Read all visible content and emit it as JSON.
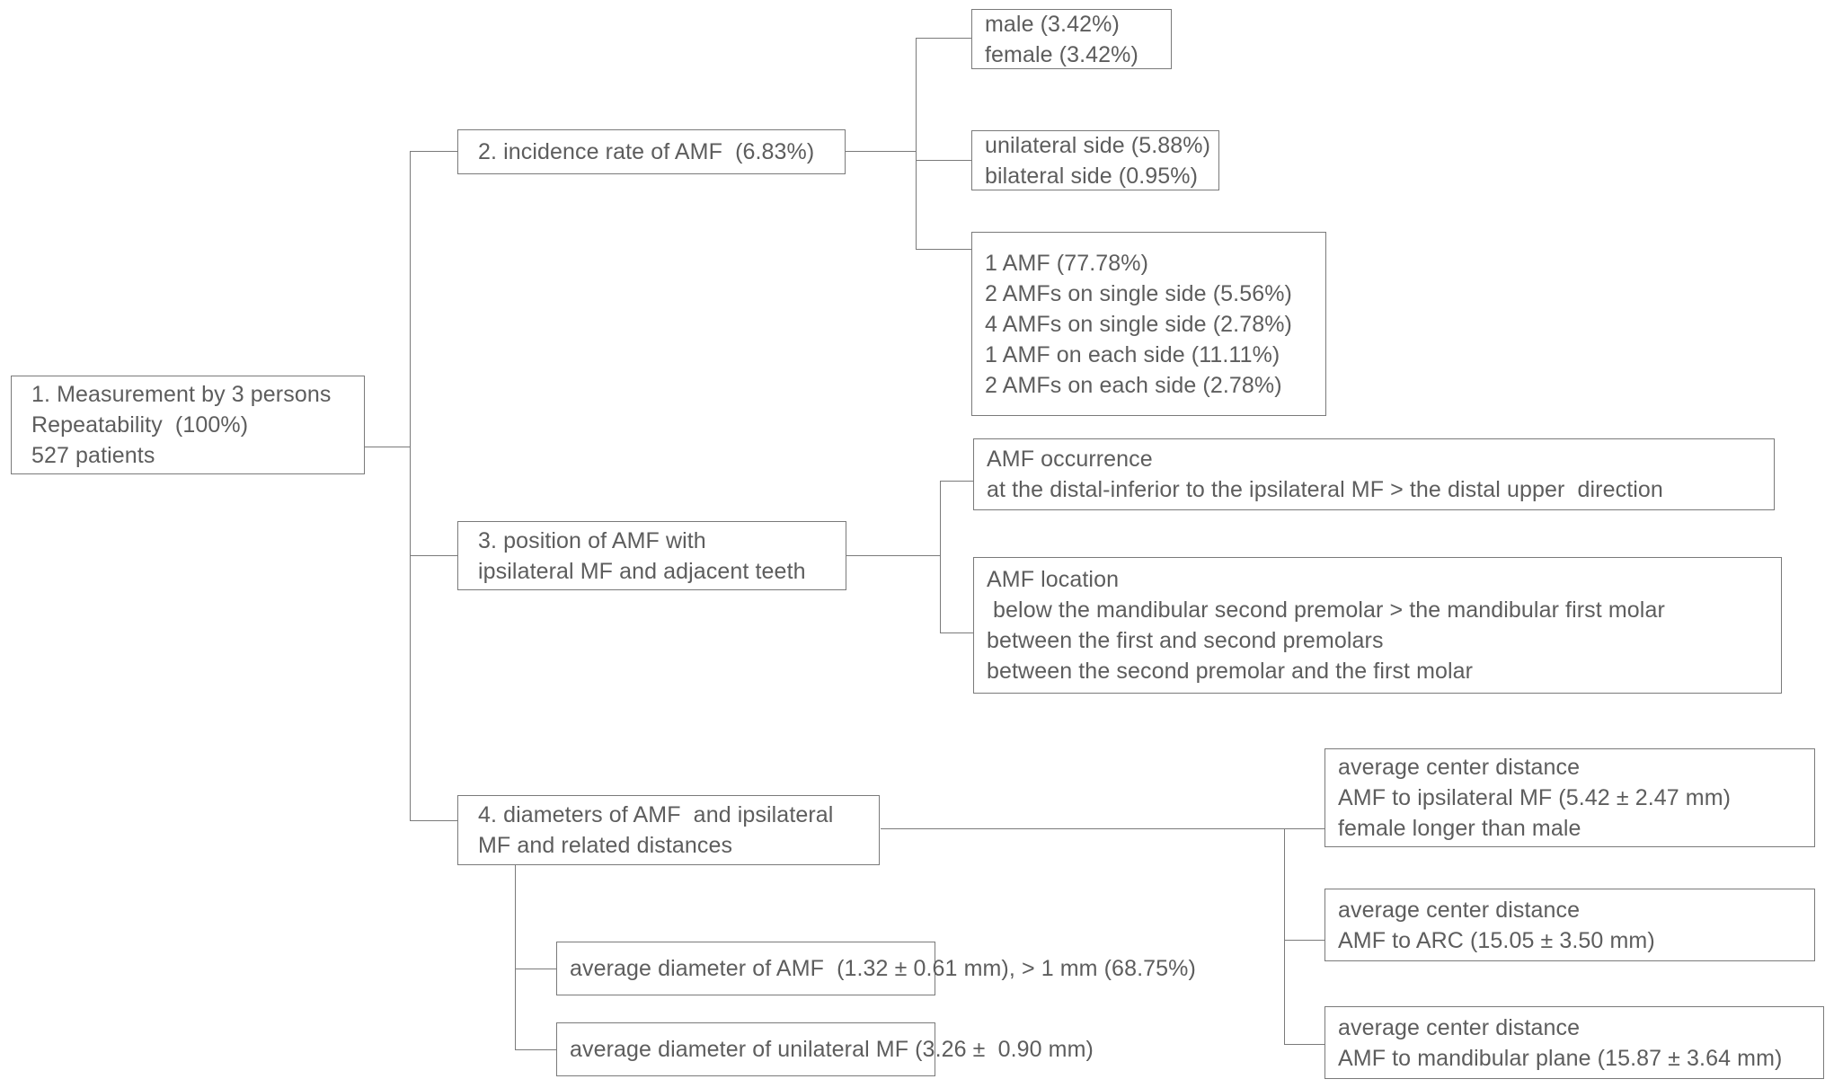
{
  "diagram": {
    "title": "AMF study summary flowchart",
    "line_color": "#7a7a7a",
    "text_color": "#5d5d5d",
    "background": "#ffffff"
  },
  "nodes": {
    "root": {
      "id": "1",
      "lines": [
        "1. Measurement by 3 persons",
        "Repeatability  (100%)",
        "527 patients"
      ]
    },
    "branch2": {
      "id": "2",
      "lines": [
        "2. incidence rate of AMF  (6.83%)"
      ]
    },
    "branch2_children": [
      {
        "name": "sex-distribution",
        "lines": [
          "male (3.42%)",
          "female (3.42%)"
        ]
      },
      {
        "name": "side-distribution",
        "lines": [
          "unilateral side (5.88%)",
          "bilateral side (0.95%)"
        ]
      },
      {
        "name": "count-distribution",
        "lines": [
          "1 AMF (77.78%)",
          "2 AMFs on single side (5.56%)",
          "4 AMFs on single side (2.78%)",
          "1 AMF on each side (11.11%)",
          "2 AMFs on each side (2.78%)"
        ]
      }
    ],
    "branch3": {
      "id": "3",
      "lines": [
        "3. position of AMF with",
        "ipsilateral MF and adjacent teeth"
      ]
    },
    "branch3_children": [
      {
        "name": "amf-occurrence",
        "lines": [
          "AMF occurrence",
          "at the distal-inferior to the ipsilateral MF > the distal upper  direction"
        ]
      },
      {
        "name": "amf-location",
        "lines": [
          "AMF location",
          " below the mandibular second premolar > the mandibular first molar",
          "between the first and second premolars",
          "between the second premolar and the first molar"
        ]
      }
    ],
    "branch4": {
      "id": "4",
      "lines": [
        "4. diameters of AMF  and ipsilateral",
        "MF and related distances"
      ]
    },
    "branch4_diameters": [
      {
        "name": "average-diameter-amf",
        "lines": [
          "average diameter of AMF  (1.32 ± 0.61 mm), > 1 mm (68.75%)"
        ]
      },
      {
        "name": "average-diameter-unilateral-mf",
        "lines": [
          "average diameter of unilateral MF (3.26 ±  0.90 mm)"
        ]
      }
    ],
    "branch4_distances": [
      {
        "name": "distance-amf-to-ipsilateral-mf",
        "lines": [
          "average center distance",
          "AMF to ipsilateral MF (5.42 ± 2.47 mm)",
          "female longer than male"
        ]
      },
      {
        "name": "distance-amf-to-arc",
        "lines": [
          "average center distance",
          "AMF to ARC (15.05 ± 3.50 mm)"
        ]
      },
      {
        "name": "distance-amf-to-mandibular-plane",
        "lines": [
          "average center distance",
          "AMF to mandibular plane (15.87 ± 3.64 mm)"
        ]
      }
    ]
  }
}
